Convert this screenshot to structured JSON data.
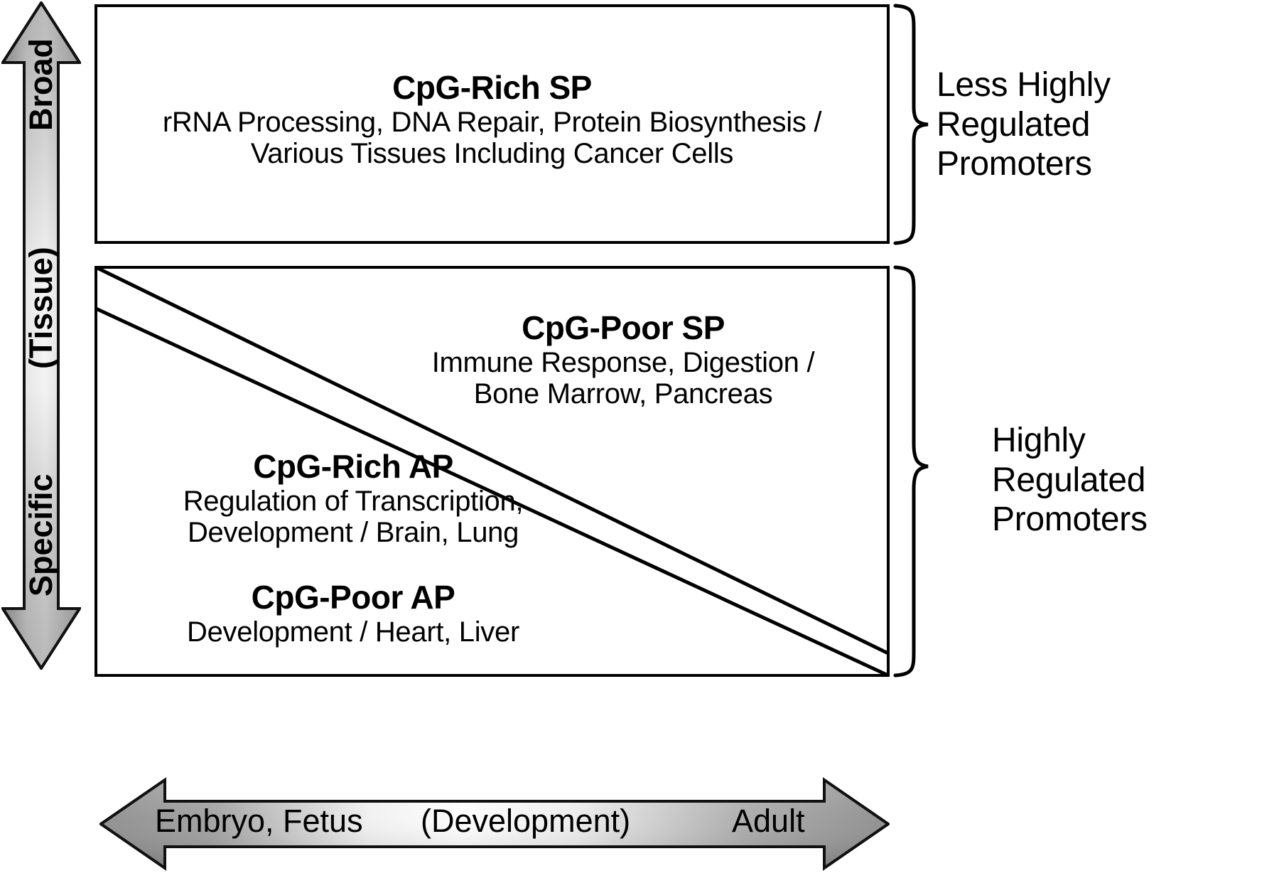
{
  "figure": {
    "kind": "promoter-classification-diagram",
    "background_color": "#ffffff",
    "line_color": "#000000"
  },
  "y_axis": {
    "name": "tissue-specificity-axis",
    "direction": "double-headed-vertical",
    "top_label": "Broad",
    "middle_label": "(Tissue)",
    "bottom_label": "Specific",
    "gradient_dark": "#808080",
    "gradient_light": "#f2f2f2"
  },
  "x_axis": {
    "name": "development-axis",
    "direction": "double-headed-horizontal",
    "left_label": "Embryo, Fetus",
    "middle_label": "(Development)",
    "right_label": "Adult",
    "gradient_dark": "#8c8c8c",
    "gradient_light": "#fbfbfb"
  },
  "panels": [
    {
      "id": "top",
      "category": {
        "title": "CpG-Rich SP",
        "line1": "rRNA Processing, DNA Repair, Protein Biosynthesis /",
        "line2": "Various Tissues Including Cancer Cells"
      }
    },
    {
      "id": "bottom",
      "categories": [
        {
          "title": "CpG-Poor SP",
          "line1": "Immune Response, Digestion /",
          "line2": "Bone Marrow, Pancreas"
        },
        {
          "title": "CpG-Rich AP",
          "line1": "Regulation of Transcription,",
          "line2": "Development / Brain, Lung"
        },
        {
          "title": "CpG-Poor AP",
          "line1": "Development / Heart, Liver",
          "line2": ""
        }
      ]
    }
  ],
  "brackets": [
    {
      "id": "top",
      "caption_line1": "Less Highly",
      "caption_line2": "Regulated",
      "caption_line3": "Promoters"
    },
    {
      "id": "bottom",
      "caption_line1": "Highly",
      "caption_line2": "Regulated",
      "caption_line3": "Promoters"
    }
  ]
}
